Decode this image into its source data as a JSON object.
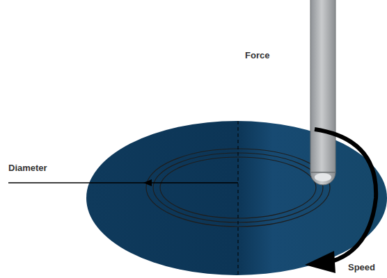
{
  "diagram": {
    "labels": [
      "Force",
      "Diameter",
      "Speed"
    ]
  }
}
